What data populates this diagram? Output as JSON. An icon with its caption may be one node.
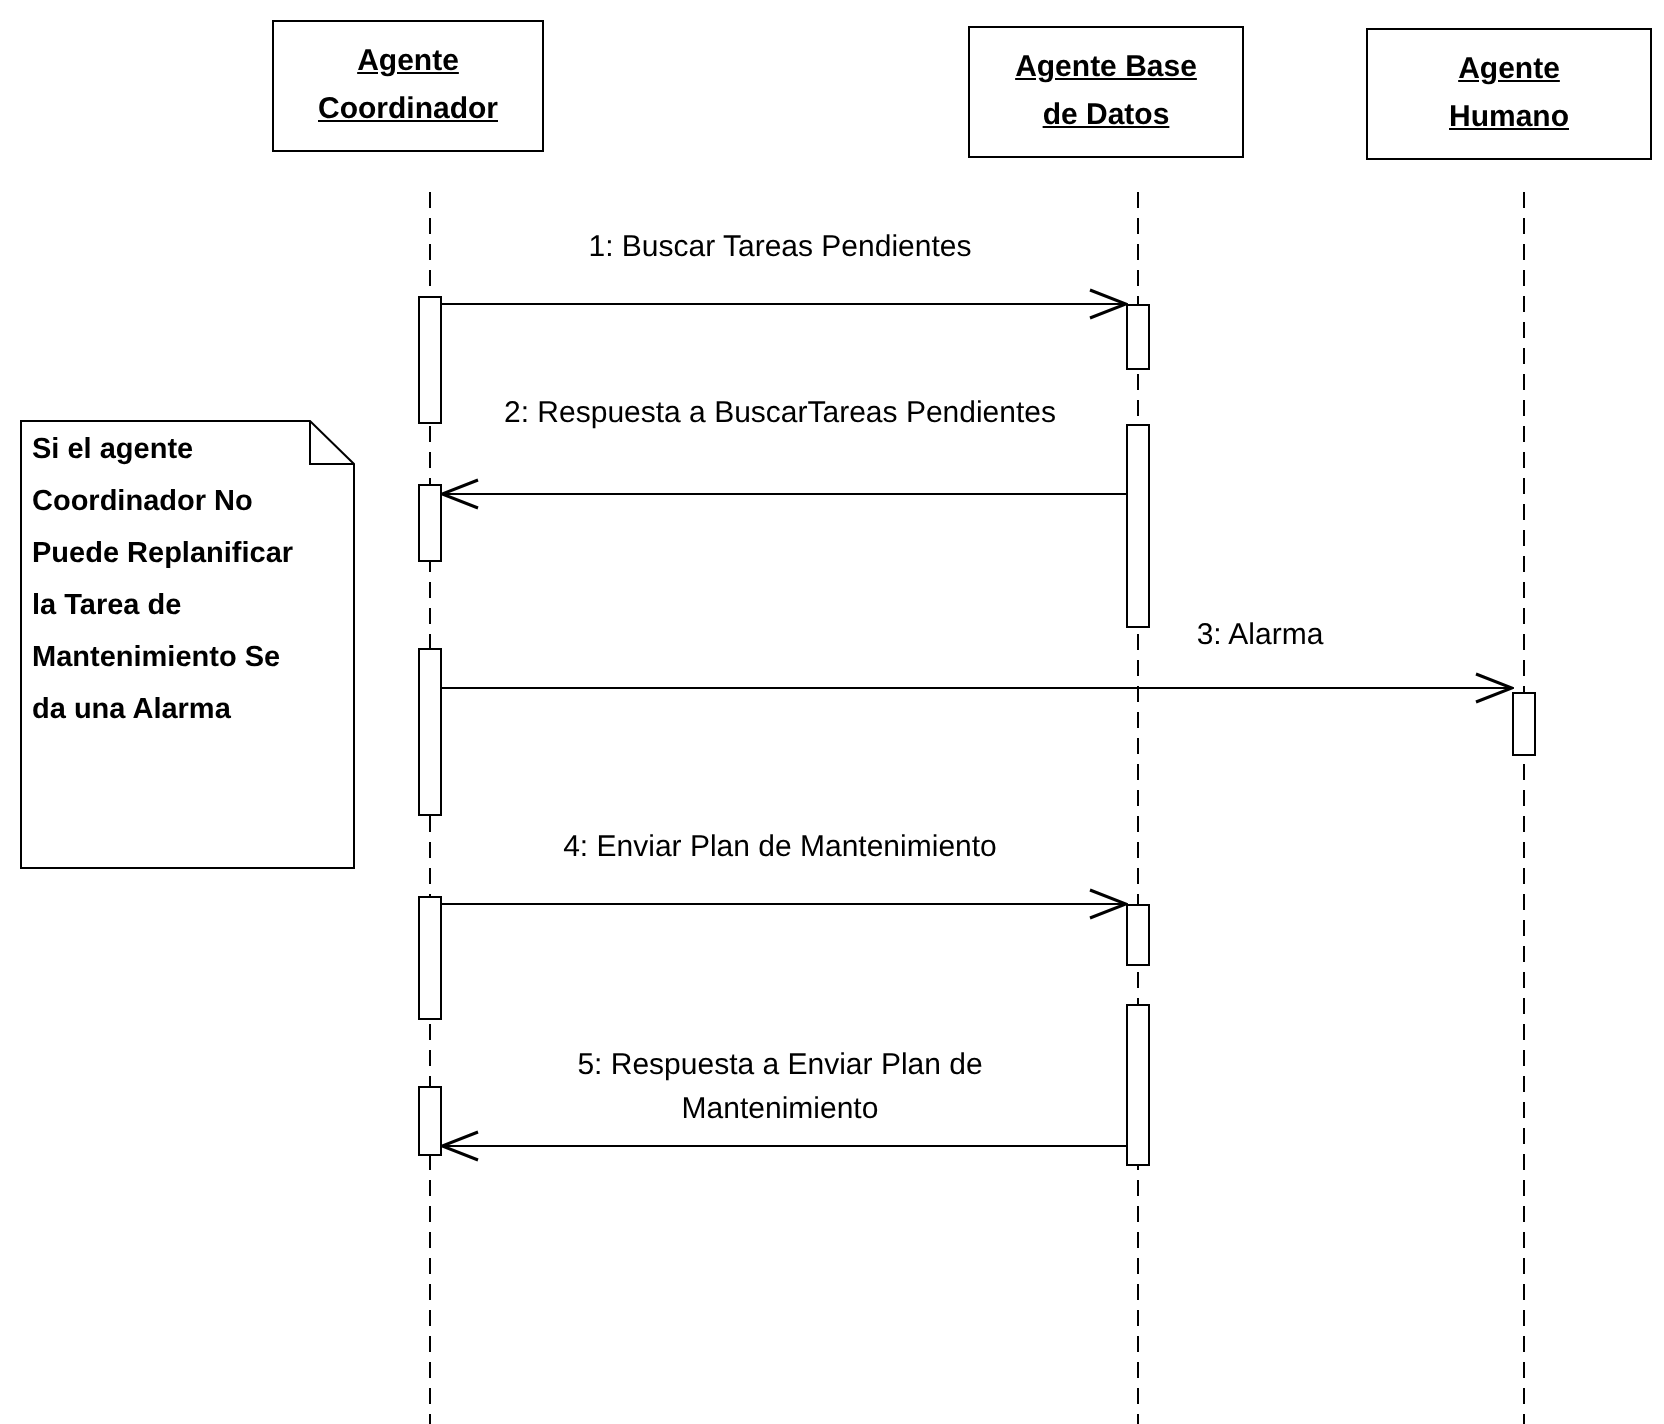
{
  "diagram": {
    "nodes": [
      {
        "text": [
          "Agente Coordinador"
        ]
      },
      {
        "text": [
          "Agente Base de Datos"
        ]
      },
      {
        "text": [
          "Agente Humano"
        ]
      },
      {
        "text": [
          "Si el agente Coordinador No Puede Replanificar la Tarea de Mantenimiento Se da una Alarma"
        ]
      },
      {
        "text": [],
        "shape": "bar"
      },
      {
        "text": [],
        "shape": "bar"
      },
      {
        "text": [],
        "shape": "bar"
      },
      {
        "text": [],
        "shape": "bar"
      },
      {
        "text": [],
        "shape": "bar"
      },
      {
        "text": [],
        "shape": "bar"
      },
      {
        "text": [],
        "shape": "bar"
      },
      {
        "text": [],
        "shape": "bar"
      },
      {
        "text": [],
        "shape": "bar"
      },
      {
        "text": [],
        "shape": "bar"
      }
    ],
    "edges": [
      {
        "from": 4,
        "to": 5,
        "arrow": "to",
        "label": "1: Buscar Tareas Pendientes"
      },
      {
        "from": 6,
        "to": 7,
        "arrow": "to",
        "label": "2: Respuesta a BuscarTareas Pendientes"
      },
      {
        "from": 8,
        "to": 9,
        "arrow": "to",
        "label": "3: Alarma"
      },
      {
        "from": 10,
        "to": 11,
        "arrow": "to",
        "label": "4: Enviar Plan de Mantenimiento"
      },
      {
        "from": 12,
        "to": 13,
        "arrow": "to",
        "label": "5: Respuesta a Enviar Plan de Mantenimiento"
      }
    ]
  }
}
